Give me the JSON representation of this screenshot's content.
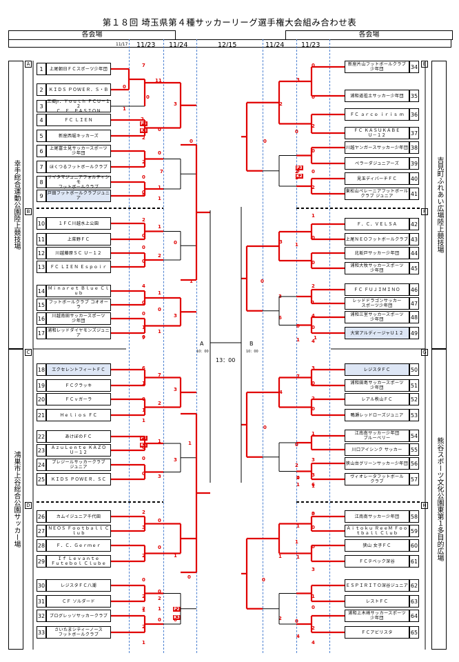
{
  "title": "第１８回 埼玉県第４種サッカーリーグ選手権大会組み合わせ表",
  "header": {
    "left_label": "各会場",
    "right_label": "各会場",
    "dates": [
      "11/17",
      "11/23",
      "11/24",
      "12/15",
      "11/24",
      "11/23"
    ]
  },
  "venues": {
    "left_top": "幸手総合運動公園陸上競技場",
    "left_bottom": "鴻巣市上谷総合公園サッカー場",
    "right_top": "吉見町ふれあい広場陸上競技場",
    "right_bottom": "熊谷スポーツ文化公園東第１多目的広場"
  },
  "blocks": [
    "A",
    "B",
    "C",
    "D",
    "E",
    "F",
    "G",
    "H"
  ],
  "final": {
    "a_label": "A",
    "b_label": "B",
    "a_time": "10：00",
    "b_time": "10：00",
    "time": "13：00"
  },
  "left_teams": [
    {
      "n": "1",
      "name": "上尾朝日ＦＣスポーツ少年団"
    },
    {
      "n": "2",
      "name": "ＫＩＤＳ ＰＯＷＥＲ．Ｓ・Ｂ"
    },
    {
      "n": "3",
      "name": "三郷Jr．Ｙｏｕｔｈ ＦＣＵ－１２\nＣ．Ｆ．ＰＡＳＩＯＮ"
    },
    {
      "n": "4",
      "name": "ＦＣ ＬＩＥＮ"
    },
    {
      "n": "5",
      "name": "新座西堀キッカーズ"
    },
    {
      "n": "6",
      "name": "上尾富士見サッカースポーツ\n少年団"
    },
    {
      "n": "7",
      "name": "ほくつるフットボールクラブ"
    },
    {
      "n": "8",
      "name": "サイタマジュニアフォルティシモ\nフットボールクラブ"
    },
    {
      "n": "9",
      "name": "戸田フットボールクラブジュニア",
      "hl": true
    },
    {
      "n": "10",
      "name": "１ＦＣ川越水上公園"
    },
    {
      "n": "11",
      "name": "上菜野ＦＣ"
    },
    {
      "n": "12",
      "name": "川越藤原ＳＣ Ｕ－１２"
    },
    {
      "n": "13",
      "name": "ＦＣ ＬＩＥＮ Ｅｓｐｏｉｒ"
    },
    {
      "n": "14",
      "name": "Ｍｉｎａｒｅｔ Ｂｌｕｅ Ｃｌｕｂ"
    },
    {
      "n": "15",
      "name": "フットボールクラブ コオオーラ"
    },
    {
      "n": "16",
      "name": "川越南田サッカースポーツ\n少年団"
    },
    {
      "n": "17",
      "name": "浦和レッドダイヤモンズジュニア"
    },
    {
      "n": "18",
      "name": "エクセレントフィートＦＣ",
      "hl": true
    },
    {
      "n": "19",
      "name": "ＦＣクラッキ"
    },
    {
      "n": "20",
      "name": "ＦＣｖガーラ"
    },
    {
      "n": "21",
      "name": "Ｈｅｌｉｏｓ ＦＣ"
    },
    {
      "n": "22",
      "name": "あけぼのＦＣ"
    },
    {
      "n": "23",
      "name": "ＡｚｕＬｅｎｔｅ ＫＡＺＯ\nＵ－１２"
    },
    {
      "n": "24",
      "name": "プレジールサッカークラブ\nジュニア"
    },
    {
      "n": "25",
      "name": "ＫＩＤＳ ＰＯＷＥＲ．ＳＣ"
    },
    {
      "n": "26",
      "name": "カムイジュニア千代田"
    },
    {
      "n": "27",
      "name": "ＮＥＯＳ Ｆｏｏｔｂａｌｌ Ｃｌｕｂ"
    },
    {
      "n": "28",
      "name": "Ｆ．Ｃ．Ｇｅｒｍｅｒ"
    },
    {
      "n": "29",
      "name": "Ｉｆ Ｌｅｖａｎｔｅ\nＦｕｔｅｂｏｌ Ｃｌｕｂｅ"
    },
    {
      "n": "30",
      "name": "レジスタＦＣ八潮"
    },
    {
      "n": "31",
      "name": "ＣＦ ソルダード"
    },
    {
      "n": "32",
      "name": "ブログレッソサッカークラブ"
    },
    {
      "n": "33",
      "name": "さいたまシティーノース\nフットボールクラブ"
    }
  ],
  "right_teams": [
    {
      "n": "34",
      "name": "新座片山フットボールクラブ\n少年団"
    },
    {
      "n": "35",
      "name": "浦和道祖土サッカー少年団"
    },
    {
      "n": "36",
      "name": "ＦＣ ａｒｃｏ ｉｒｉｓ ｍ"
    },
    {
      "n": "37",
      "name": "ＦＣ ＫＡＳＵＫＡＢＥ\nＵ－１２"
    },
    {
      "n": "38",
      "name": "川越ヤンガースサッカー少年団"
    },
    {
      "n": "39",
      "name": "ペラーダジュニアーズ"
    },
    {
      "n": "40",
      "name": "見玉ディバーチＦＣ"
    },
    {
      "n": "41",
      "name": "東松山ペレーニアフットボール\nクラブ ジュニア"
    },
    {
      "n": "42",
      "name": "Ｆ．Ｃ．ＶＥＬＳＡ"
    },
    {
      "n": "43",
      "name": "上尾ＮＥＯフットボールクラブ"
    },
    {
      "n": "44",
      "name": "北坂戸サッカー少年団"
    },
    {
      "n": "45",
      "name": "浦和大牧サッカースポーツ\n少年団"
    },
    {
      "n": "46",
      "name": "ＦＣ ＦＵＪＩＭＩＮＯ"
    },
    {
      "n": "47",
      "name": "レッドドラゴンサッカー\nスポーツ少年団"
    },
    {
      "n": "48",
      "name": "浦和三室サッカースポーツ\n少年団"
    },
    {
      "n": "49",
      "name": "大宮アルディージャＵ１２",
      "hl": true
    },
    {
      "n": "50",
      "name": "レジスタＦＣ",
      "hl": true
    },
    {
      "n": "51",
      "name": "浦和田島サッカースポーツ\n少年団"
    },
    {
      "n": "52",
      "name": "レアル秩山ＦＣ"
    },
    {
      "n": "53",
      "name": "鴨瀬レッドローズジュニア"
    },
    {
      "n": "54",
      "name": "江南南サッカー少年団\nブルーベリー"
    },
    {
      "n": "55",
      "name": "川口アイシンク サッカー"
    },
    {
      "n": "56",
      "name": "狭山台グリーンサッカー少年団"
    },
    {
      "n": "57",
      "name": "ヴィオレータフットボール\nクラブ"
    },
    {
      "n": "58",
      "name": "江南南サッカー少年団"
    },
    {
      "n": "59",
      "name": "Ａｉｔｏｋｕ ＲｅｅＭ Ｆｏｏｔｂａｌｌ Ｃｌｕｂ"
    },
    {
      "n": "60",
      "name": "狭山 女子ＦＣ"
    },
    {
      "n": "61",
      "name": "ＦＣテベック深谷"
    },
    {
      "n": "62",
      "name": "ＥＳＰＩＲＩＴＯ深谷ジュニア"
    },
    {
      "n": "63",
      "name": "レストＦＣ"
    },
    {
      "n": "64",
      "name": "浦和上木崎サッカースポーツ\n少年団"
    },
    {
      "n": "65",
      "name": "ＦＣアビリスタ"
    }
  ],
  "scores": [
    "7",
    "0",
    "11",
    "0",
    "1",
    "2",
    "0",
    "2",
    "0",
    "2",
    "0",
    "1",
    "0",
    "1",
    "3",
    "0",
    "7",
    "5",
    "2",
    "1",
    "0",
    "0",
    "0",
    "2",
    "0",
    "4",
    "1",
    "0",
    "0",
    "0",
    "1",
    "1",
    "7",
    "3",
    "1",
    "0",
    "6",
    "7",
    "1",
    "3",
    "0",
    "2",
    "1",
    "1",
    "1",
    "0",
    "0",
    "0",
    "3",
    "3",
    "1",
    "2",
    "0",
    "3",
    "0",
    "2",
    "1",
    "0",
    "0",
    "2",
    "1",
    "1",
    "2",
    "1",
    "0",
    "0",
    "0",
    "2",
    "2",
    "0",
    "3",
    "2",
    "2",
    "0",
    "0",
    "0",
    "2",
    "0",
    "2",
    "1",
    "5",
    "0",
    "1",
    "0",
    "1",
    "3",
    "0",
    "2",
    "1",
    "3",
    "4",
    "0",
    "0",
    "1",
    "0",
    "1",
    "6",
    "4",
    "3",
    "4",
    "7",
    "0",
    "2",
    "0",
    "0",
    "1",
    "0",
    "3",
    "2",
    "3",
    "0",
    "1",
    "0",
    "1",
    "1",
    "4",
    "1",
    "6",
    "3",
    "0",
    "1",
    "0",
    "1",
    "3",
    "0",
    "1",
    "0",
    "2",
    "0",
    "2",
    "4",
    "4"
  ],
  "pk_marks": [
    "P4",
    "K3",
    "P3",
    "K2",
    "P3",
    "K2",
    "P2",
    "K3"
  ]
}
